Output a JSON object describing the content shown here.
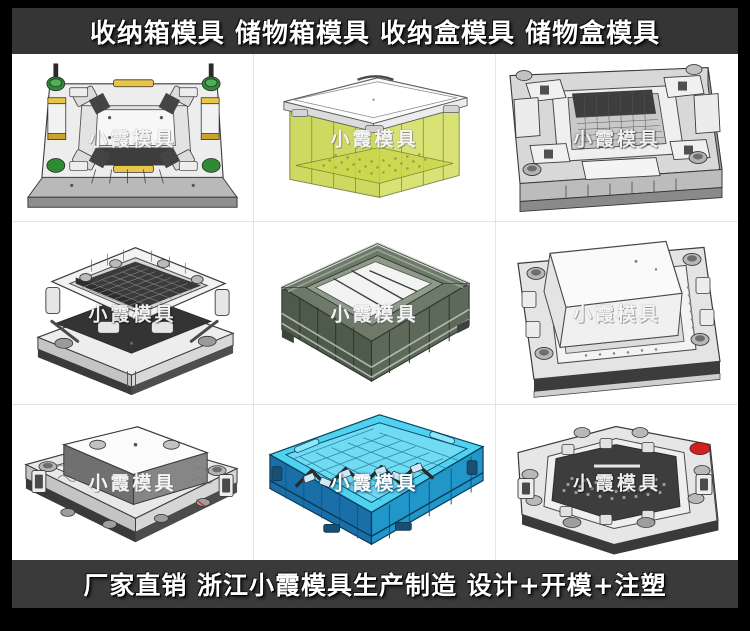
{
  "banner": {
    "top_text": "收纳箱模具 储物箱模具 收纳盒模具 储物盒模具",
    "bottom_text": "厂家直销 浙江小霞模具生产制造 设计+开模+注塑"
  },
  "watermark": "小霞模具",
  "colors": {
    "banner_bg": "#353535",
    "banner_text": "#ffffff",
    "page_bg": "#000000",
    "frame_bg": "#ffffff",
    "green_box": "#c8d44a",
    "dark_green_crate": "#4e5a4c",
    "cyan_crate": "#2ec8ec",
    "blue_crate": "#1a6fa8",
    "mold_steel": "#c9c9c9",
    "mold_dark": "#3a3a3a",
    "red_accent": "#cc2222"
  },
  "grid": {
    "rows": 3,
    "cols": 3,
    "cells": [
      {
        "id": "cell-1",
        "name": "storage-box-mould-open-view",
        "kind": "mould",
        "watermark_style": "onlight"
      },
      {
        "id": "cell-2",
        "name": "green-storage-box-product",
        "kind": "product",
        "watermark_style": "onlight"
      },
      {
        "id": "cell-3",
        "name": "storage-box-mould-cavity-view",
        "kind": "mould",
        "watermark_style": "dark"
      },
      {
        "id": "cell-4",
        "name": "crate-mould-cavity-view",
        "kind": "mould",
        "watermark_style": "dark"
      },
      {
        "id": "cell-5",
        "name": "dark-green-turnover-crate-product",
        "kind": "product",
        "watermark_style": "onlight"
      },
      {
        "id": "cell-6",
        "name": "storage-box-mould-core-view",
        "kind": "mould",
        "watermark_style": "onlight"
      },
      {
        "id": "cell-7",
        "name": "storage-box-mould-core-closed",
        "kind": "mould",
        "watermark_style": "onlight"
      },
      {
        "id": "cell-8",
        "name": "cyan-folding-crate-product",
        "kind": "product",
        "watermark_style": "bright"
      },
      {
        "id": "cell-9",
        "name": "crate-mould-cavity-red-accent",
        "kind": "mould",
        "watermark_style": "dark"
      }
    ]
  }
}
